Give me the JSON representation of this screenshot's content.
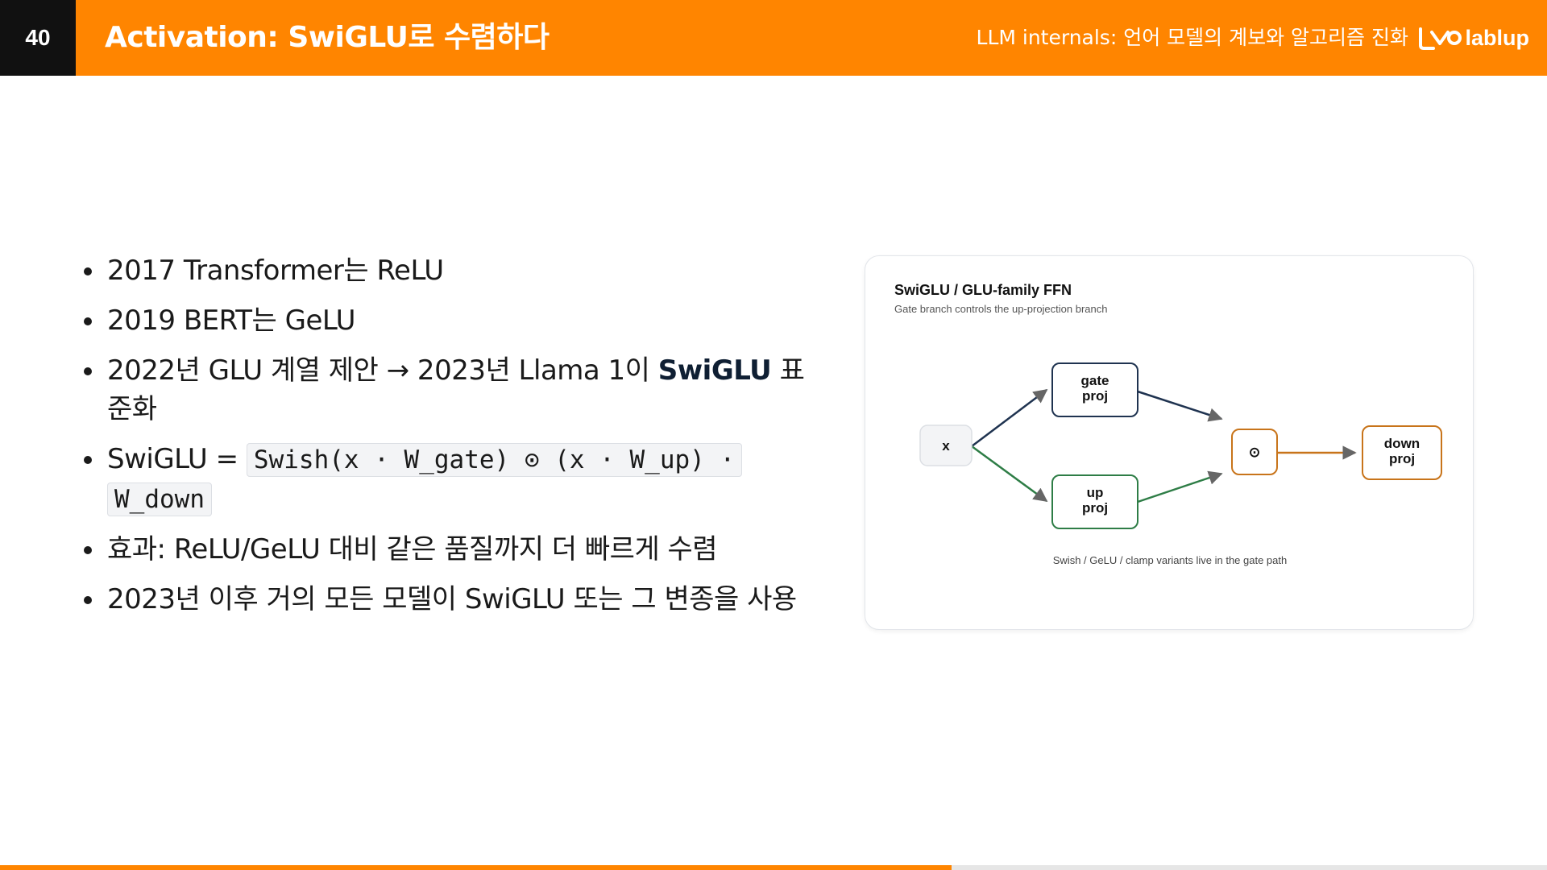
{
  "header": {
    "slide_number": "40",
    "title": "Activation: SwiGLU로 수렴하다",
    "deck_title": "LLM internals: 언어 모델의 계보와 알고리즘 진화",
    "logo_text": "lablup",
    "accent_color": "#ff8500"
  },
  "bullets": [
    {
      "text": "2017 Transformer는 ReLU"
    },
    {
      "text": "2019 BERT는 GeLU"
    },
    {
      "text_before": "2022년 GLU 계열 제안 → 2023년 Llama 1이 ",
      "bold": "SwiGLU",
      "text_after": " 표준화"
    },
    {
      "text_before": "SwiGLU = ",
      "code": "Swish(x · W_gate) ⊙ (x · W_up) · W_down"
    },
    {
      "text": "효과: ReLU/GeLU 대비 같은 품질까지 더 빠르게 수렴"
    },
    {
      "text": "2023년 이후 거의 모든 모델이 SwiGLU 또는 그 변종을 사용"
    }
  ],
  "diagram": {
    "title": "SwiGLU / GLU-family FFN",
    "subtitle": "Gate branch controls the up-projection branch",
    "caption": "Swish / GeLU / clamp variants live in the gate path",
    "nodes": {
      "x": "x",
      "gate": [
        "gate",
        "proj"
      ],
      "up": [
        "up",
        "proj"
      ],
      "mult": "⊙",
      "down": [
        "down",
        "proj"
      ]
    },
    "colors": {
      "gate_path": "#1f3350",
      "up_path": "#2e7d46",
      "out_path": "#c8741a",
      "arrowhead": "#666666"
    }
  },
  "progress": {
    "fraction": 0.615
  }
}
